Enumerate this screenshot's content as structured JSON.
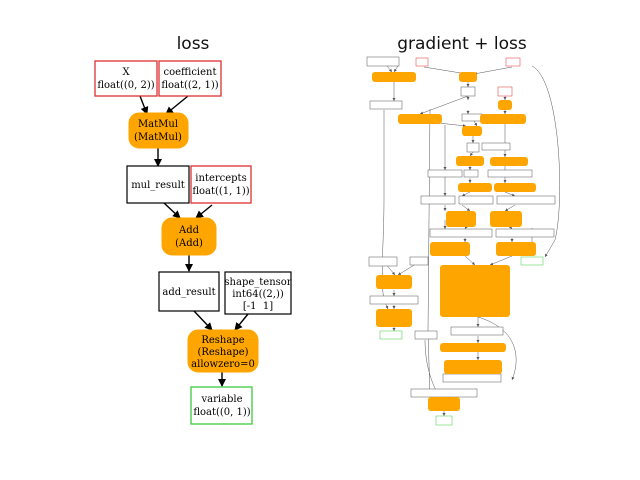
{
  "left_panel": {
    "title": "loss",
    "nodes": {
      "x_input": {
        "lines": [
          "X",
          "float((0, 2))"
        ],
        "kind": "input"
      },
      "coefficient": {
        "lines": [
          "coefficient",
          "float((2, 1))"
        ],
        "kind": "input"
      },
      "matmul": {
        "lines": [
          "MatMul",
          "(MatMul)"
        ],
        "kind": "op"
      },
      "mul_result": {
        "lines": [
          "mul_result"
        ],
        "kind": "value"
      },
      "intercepts": {
        "lines": [
          "intercepts",
          "float((1, 1))"
        ],
        "kind": "input"
      },
      "add": {
        "lines": [
          "Add",
          "(Add)"
        ],
        "kind": "op"
      },
      "add_result": {
        "lines": [
          "add_result"
        ],
        "kind": "value"
      },
      "shape_tensor": {
        "lines": [
          "shape_tensor",
          "int64((2,))",
          "[-1  1]"
        ],
        "kind": "value"
      },
      "reshape": {
        "lines": [
          "Reshape",
          "(Reshape)",
          "allowzero=0"
        ],
        "kind": "op"
      },
      "variable": {
        "lines": [
          "variable",
          "float((0, 1))"
        ],
        "kind": "output"
      }
    }
  },
  "right_panel": {
    "title": "gradient + loss"
  },
  "colors": {
    "op_fill": "#FFA500",
    "input_border": "#E03030",
    "output_border": "#3CCB3C",
    "value_border": "#000000",
    "edge": "#000000",
    "small_edge": "#555555"
  }
}
